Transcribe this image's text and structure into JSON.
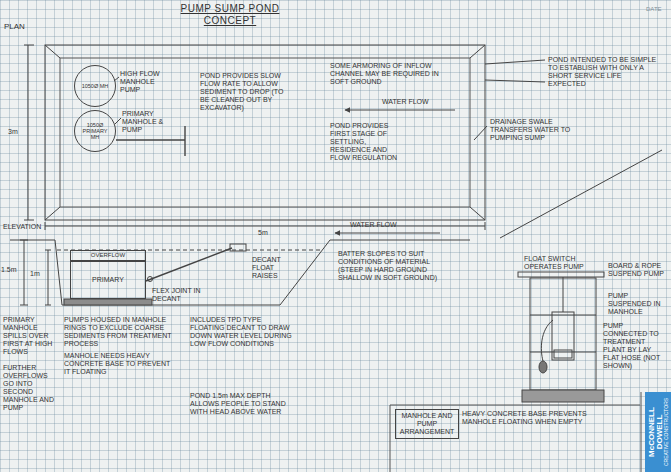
{
  "diagram": {
    "title": "PUMP SUMP POND CONCEPT",
    "nodes": [
      {
        "text": [
          "1050Ø MH"
        ]
      },
      {
        "text": [
          "1050Ø PRIMARY MH"
        ]
      },
      {
        "text": [
          "OVERFLOW"
        ]
      },
      {
        "text": [
          "PRIMARY"
        ]
      },
      {
        "text": [
          "MANHOLE AND PUMP ARRANGEMENT"
        ]
      },
      {
        "text": [
          "McCONNELL DOWELL",
          "CREATIVE CONSTRUCTORS"
        ]
      }
    ],
    "labels": [
      "PLAN",
      "DATE",
      "HIGH FLOW MANHOLE PUMP",
      "PRIMARY MANHOLE & PUMP",
      "POND PROVIDES SLOW FLOW RATE TO ALLOW SEDIMENT TO DROP (TO BE CLEANED OUT BY EXCAVATOR)",
      "SOME ARMORING OF INFLOW CHANNEL MAY BE REQUIRED IN SOFT GROUND",
      "POND INTENDED TO BE SIMPLE TO ESTABLISH WITH ONLY A SHORT SERVICE LIFE EXPECTED",
      "WATER FLOW",
      "POND PROVIDES FIRST STAGE OF SETTLING, RESIDENCE AND FLOW REGULATION",
      "DRAINAGE SWALE TRANSFERS WATER TO PUMPING SUMP",
      "3m",
      "5m",
      "ELEVATION",
      "1.5m",
      "1m",
      "FLEX JOINT IN DECANT",
      "DECANT FLOAT RAISES",
      "WATER FLOW",
      "BATTER SLOPES TO SUIT CONDITIONS OF MATERIAL (STEEP IN HARD GROUND SHALLOW IN SOFT GROUND)",
      "FLOAT SWITCH OPERATES PUMP",
      "BOARD & ROPE SUSPEND PUMP",
      "PUMP SUSPENDED IN MANHOLE",
      "PUMP CONNECTED TO TREATMENT PLANT BY LAY FLAT HOSE (NOT SHOWN)",
      "PRIMARY MANHOLE SPILLS OVER FIRST AT HIGH FLOWS",
      "PUMPS HOUSED IN MANHOLE RINGS TO EXCLUDE COARSE SEDIMENTS FROM TREATMENT PROCESS",
      "INCLUDES TPD TYPE FLOATING DECANT TO DRAW DOWN WATER LEVEL DURING LOW FLOW CONDITIONS",
      "FURTHER OVERFLOWS GO INTO SECOND MANHOLE AND PUMP",
      "MANHOLE NEEDS HEAVY CONCRETE BASE TO PREVENT IT FLOATING",
      "POND 1.5m MAX DEPTH ALLOWS PEOPLE TO STAND WITH HEAD ABOVE WATER",
      "HEAVY CONCRETE BASE PREVENTS MANHOLE FLOATING WHEN EMPTY"
    ]
  }
}
